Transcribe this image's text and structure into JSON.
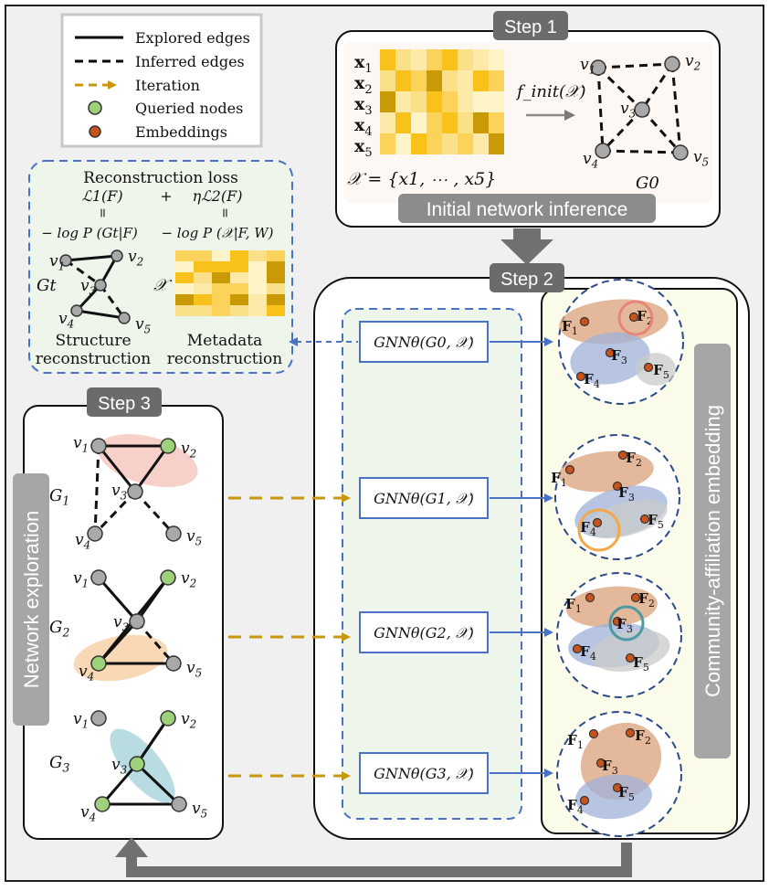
{
  "legend": {
    "explored": "Explored edges",
    "inferred": "Inferred edges",
    "iteration": "Iteration",
    "queried": "Queried nodes",
    "embeddings": "Embeddings"
  },
  "step1": {
    "badge": "Step 1",
    "rows": [
      "x1",
      "x2",
      "x3",
      "x4",
      "x5"
    ],
    "set_expr": "𝒳 = {x1, ⋯ , x5}",
    "func": "f_init(𝒳)",
    "graph": "G0",
    "caption": "Initial network inference"
  },
  "recon": {
    "title": "Reconstruction loss",
    "l1": "ℒ1(F)",
    "plus": "+",
    "l2": "ηℒ2(F)",
    "eq1": "=",
    "eq2": "=",
    "nl1": "− log P (Gt|F)",
    "nl2": "− log P (𝒳|F, W)",
    "gt": "Gt",
    "x": "𝒳",
    "struct1": "Structure",
    "struct2": "reconstruction",
    "meta1": "Metadata",
    "meta2": "reconstruction"
  },
  "step2": {
    "badge": "Step 2",
    "gnn": [
      "GNNθ(G0, 𝒳)",
      "GNNθ(G1, 𝒳)",
      "GNNθ(G2, 𝒳)",
      "GNNθ(G3, 𝒳)"
    ],
    "vertical": "Community-affiliation embedding"
  },
  "step3": {
    "badge": "Step 3",
    "vertical": "Network exploration",
    "graphs": [
      "G1",
      "G2",
      "G3"
    ]
  },
  "nodes": [
    "v1",
    "v2",
    "v3",
    "v4",
    "v5"
  ],
  "features": [
    "F1",
    "F2",
    "F3",
    "F4",
    "F5"
  ],
  "colors": {
    "badge": "#6b6b6b",
    "blue_dash": "#4a72c4",
    "gold": "#c9970c",
    "node_gray": "#a9a9a9",
    "queried": "#9ed27a",
    "embedding": "#c8541c",
    "community_orange": "#d9a07a",
    "community_blue": "#9fb2d8",
    "community_gray": "#c9c9c9",
    "panel_green": "#eef5ea",
    "panel_yellow": "#fbfbe9"
  }
}
